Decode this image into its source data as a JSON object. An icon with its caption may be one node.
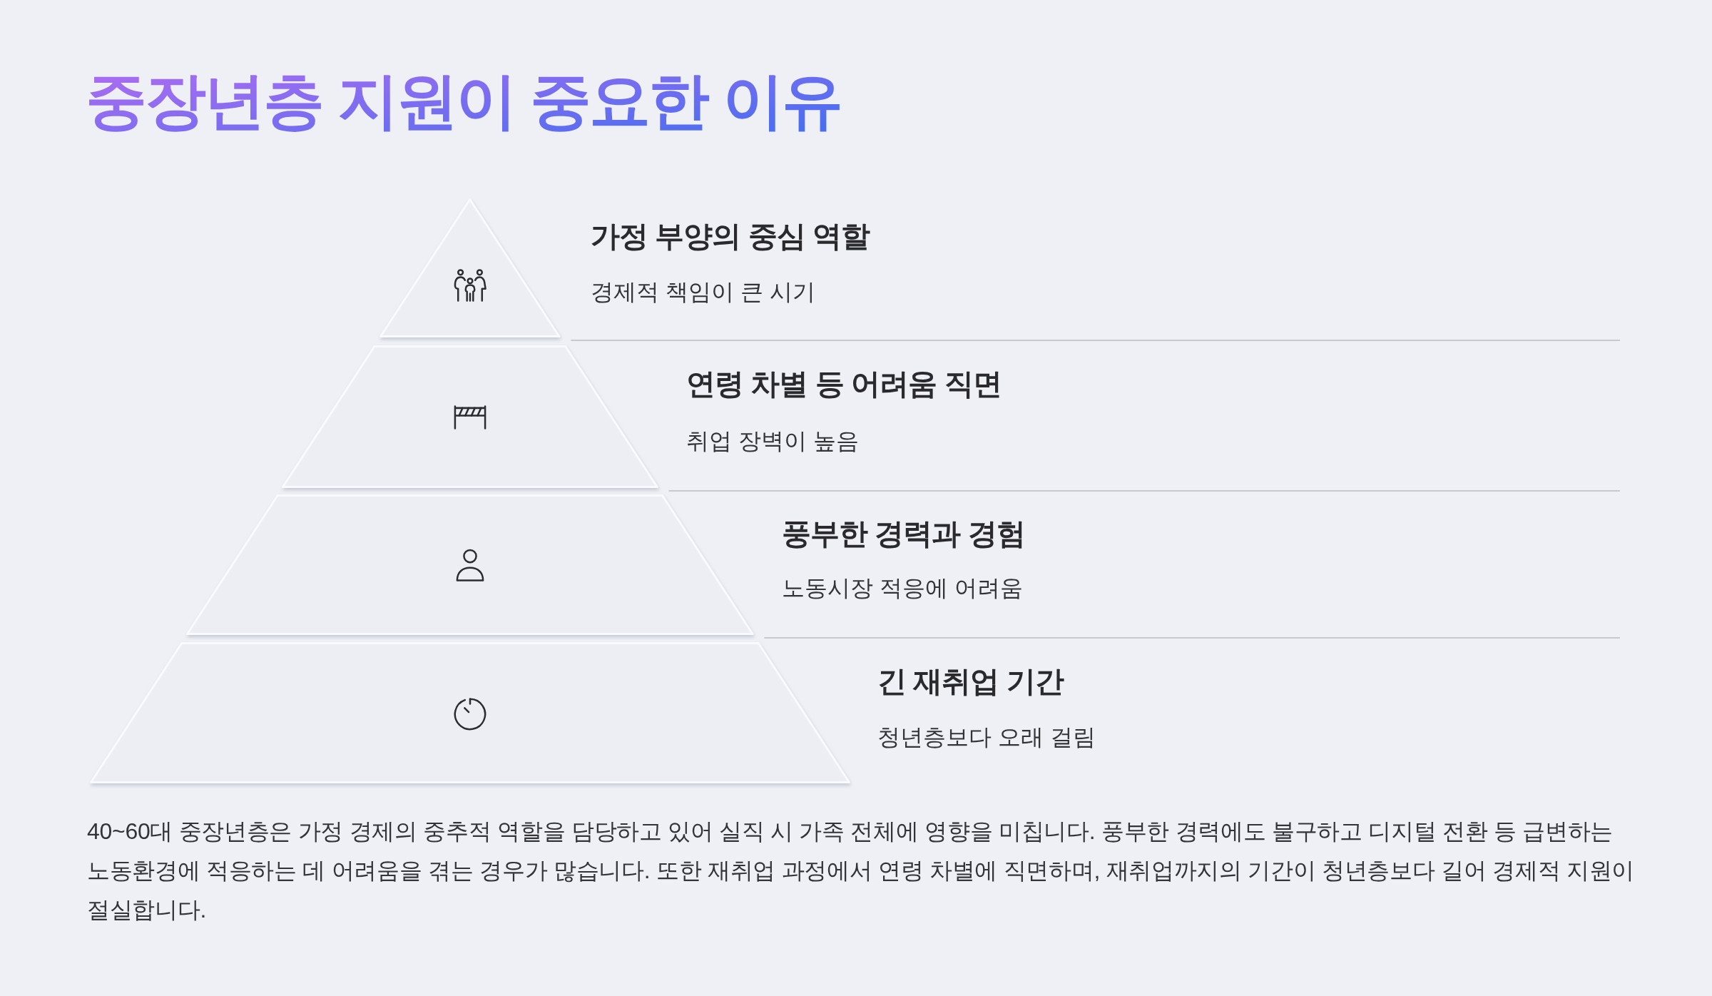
{
  "diagram": {
    "title": "중장년층 지원이 중요한 이유",
    "nodes": [
      {
        "text": [],
        "shape": "triangle",
        "beside": [
          "가정 부양의 중심 역할",
          "경제적 책임이 큰 시기"
        ]
      },
      {
        "text": [],
        "shape": "trapezoid",
        "beside": [
          "연령 차별 등 어려움 직면",
          "취업 장벽이 높음"
        ]
      },
      {
        "text": [],
        "shape": "trapezoid",
        "beside": [
          "풍부한 경력과 경험",
          "노동시장 적응에 어려움"
        ]
      },
      {
        "text": [],
        "shape": "trapezoid",
        "beside": [
          "긴 재취업 기간",
          "청년층보다 오래 걸림"
        ]
      }
    ],
    "caption": "40~60대 중장년층은 가정 경제의 중추적 역할을 담당하고 있어 실직 시 가족 전체에 영향을 미칩니다. 풍부한 경력에도 불구하고 디지털 전환 등 급변하는 노동환경에 적응하는 데 어려움을 겪는 경우가 많습니다. 또한 재취업 과정에서 연령 차별에 직면하며, 재취업까지의 기간이 청년층보다 길어 경제적 지원이 절실합니다."
  }
}
